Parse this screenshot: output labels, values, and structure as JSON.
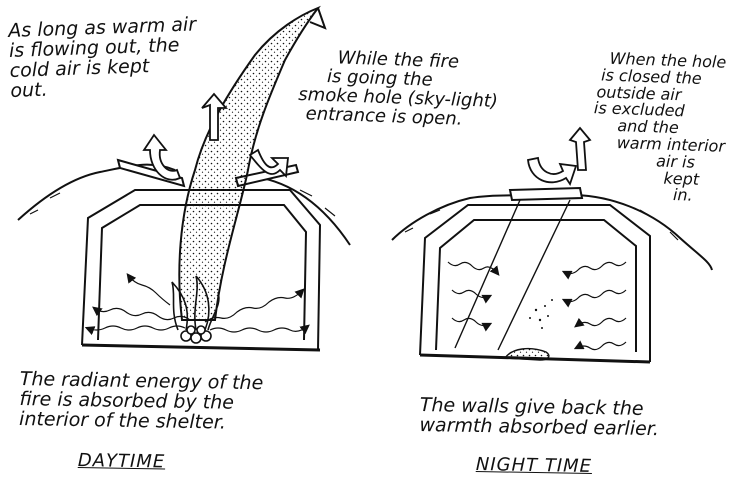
{
  "daytime": {
    "note_warm_air": [
      "As long as warm air",
      "is flowing out, the",
      "cold air is kept",
      "out."
    ],
    "note_smoke_hole": [
      "While the fire",
      "is going the",
      "smoke hole (sky-light)",
      "entrance is open."
    ],
    "caption": [
      "The radiant energy of the",
      "fire is absorbed by the",
      "interior of the shelter."
    ],
    "title": "DAYTIME"
  },
  "night": {
    "note_hole_closed": [
      "When the hole",
      "is closed the",
      "outside air",
      "is excluded",
      "and the",
      "warm interior",
      "air is",
      "kept",
      "in."
    ],
    "caption": [
      "The walls give back the",
      "warmth absorbed earlier."
    ],
    "title": "NIGHT TIME"
  },
  "colors": {
    "ink": "#111111",
    "paper": "#ffffff"
  }
}
